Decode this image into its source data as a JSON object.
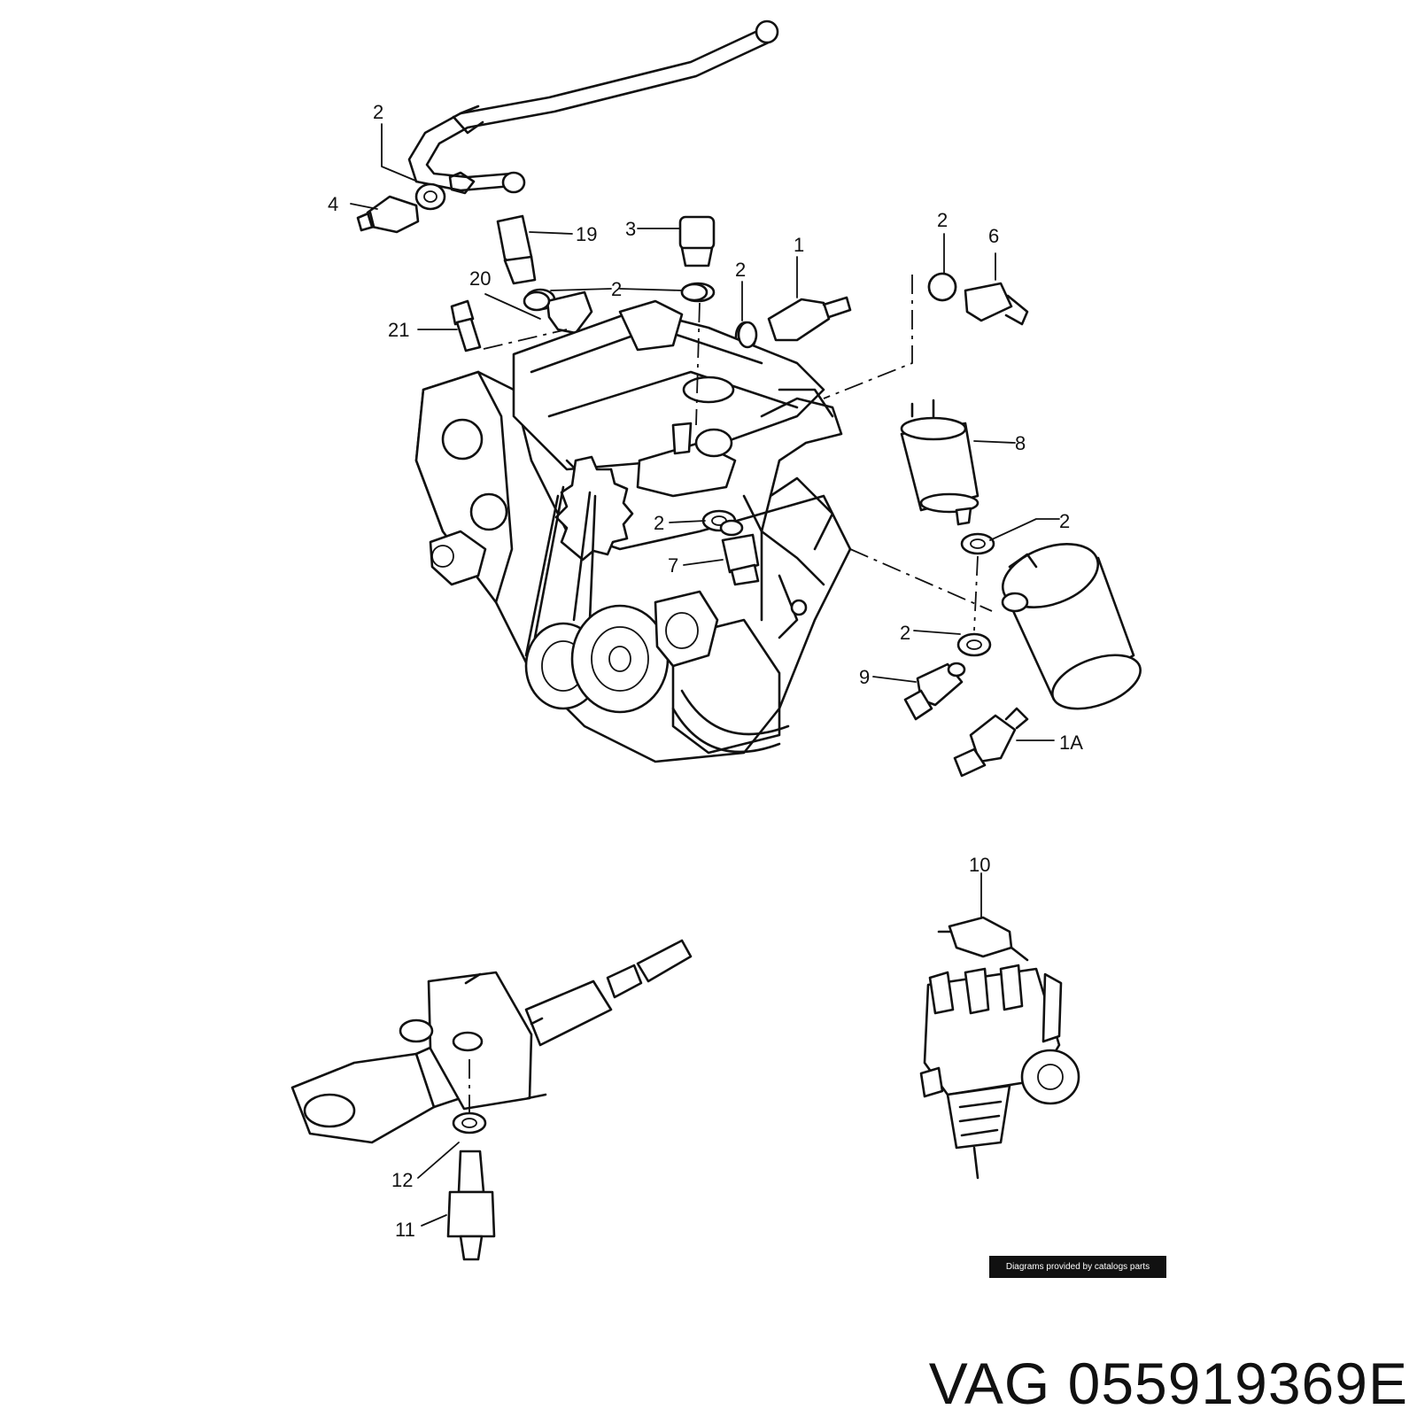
{
  "callouts": [
    {
      "id": "c-2-top",
      "text": "2"
    },
    {
      "id": "c-4",
      "text": "4"
    },
    {
      "id": "c-19",
      "text": "19"
    },
    {
      "id": "c-3",
      "text": "3"
    },
    {
      "id": "c-20",
      "text": "20"
    },
    {
      "id": "c-2-mid",
      "text": "2"
    },
    {
      "id": "c-21",
      "text": "21"
    },
    {
      "id": "c-2-right",
      "text": "2"
    },
    {
      "id": "c-1",
      "text": "1"
    },
    {
      "id": "c-2-far",
      "text": "2"
    },
    {
      "id": "c-6",
      "text": "6"
    },
    {
      "id": "c-8",
      "text": "8"
    },
    {
      "id": "c-2-low",
      "text": "2"
    },
    {
      "id": "c-2-filter",
      "text": "2"
    },
    {
      "id": "c-7",
      "text": "7"
    },
    {
      "id": "c-2-oil",
      "text": "2"
    },
    {
      "id": "c-9",
      "text": "9"
    },
    {
      "id": "c-1a",
      "text": "1A"
    },
    {
      "id": "c-10",
      "text": "10"
    },
    {
      "id": "c-12",
      "text": "12"
    },
    {
      "id": "c-11",
      "text": "11"
    }
  ],
  "credit": "Diagrams provided by catalogs parts",
  "brand": "VAG",
  "part_number": "055919369E"
}
